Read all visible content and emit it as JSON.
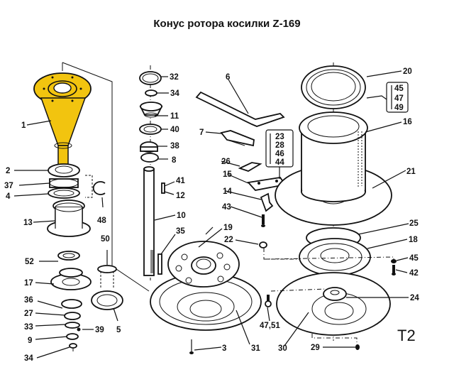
{
  "title": "Конус ротора косилки Z-169",
  "sheet_id": "T2",
  "highlight_color": "#f2c40f",
  "callouts": {
    "c1": "1",
    "c2": "2",
    "c37": "37",
    "c4": "4",
    "c13": "13",
    "c52": "52",
    "c17": "17",
    "c36": "36",
    "c27": "27",
    "c33": "33",
    "c9": "9",
    "c34a": "34",
    "c39": "39",
    "c48": "48",
    "c50": "50",
    "c5": "5",
    "c32": "32",
    "c34b": "34",
    "c11": "11",
    "c40": "40",
    "c38": "38",
    "c8": "8",
    "c41": "41",
    "c12": "12",
    "c10": "10",
    "c35": "35",
    "c6": "6",
    "c7": "7",
    "c26": "26",
    "c15": "15",
    "c14": "14",
    "c43": "43",
    "c19": "19",
    "c22": "22",
    "c3": "3",
    "c31": "31",
    "c4751": "47,51",
    "c20": "20",
    "c16": "16",
    "c21": "21",
    "c25": "25",
    "c18": "18",
    "c45": "45",
    "c42": "42",
    "c24": "24",
    "c30": "30",
    "c29": "29"
  },
  "group_boxes": {
    "kit_a": [
      "23",
      "28",
      "46",
      "44"
    ],
    "kit_b": [
      "45",
      "47",
      "49"
    ]
  }
}
